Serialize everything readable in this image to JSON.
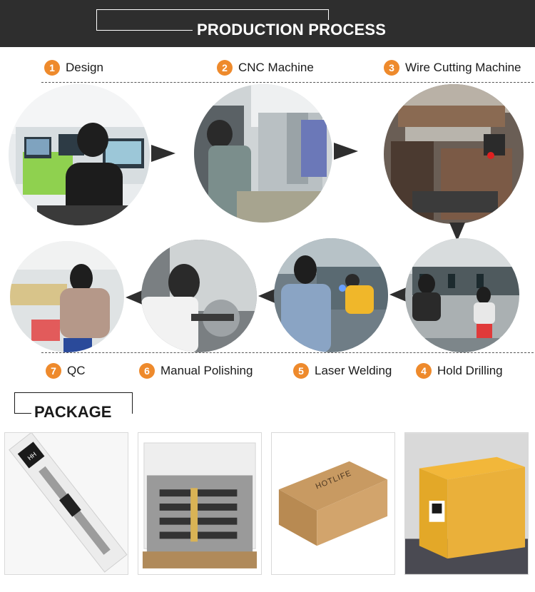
{
  "header": {
    "title": "PRODUCTION PROCESS"
  },
  "steps": [
    {
      "num": "1",
      "label": "Design"
    },
    {
      "num": "2",
      "label": "CNC Machine"
    },
    {
      "num": "3",
      "label": "Wire Cutting Machine"
    },
    {
      "num": "4",
      "label": "Hold Drilling"
    },
    {
      "num": "5",
      "label": "Laser Welding"
    },
    {
      "num": "6",
      "label": "Manual Polishing"
    },
    {
      "num": "7",
      "label": "QC"
    }
  ],
  "package": {
    "title": "PACKAGE",
    "brand": "HOTLIFE"
  },
  "colors": {
    "accent": "#ee8a2c",
    "band": "#2e2e2e",
    "arrow": "#2e2e2e"
  }
}
